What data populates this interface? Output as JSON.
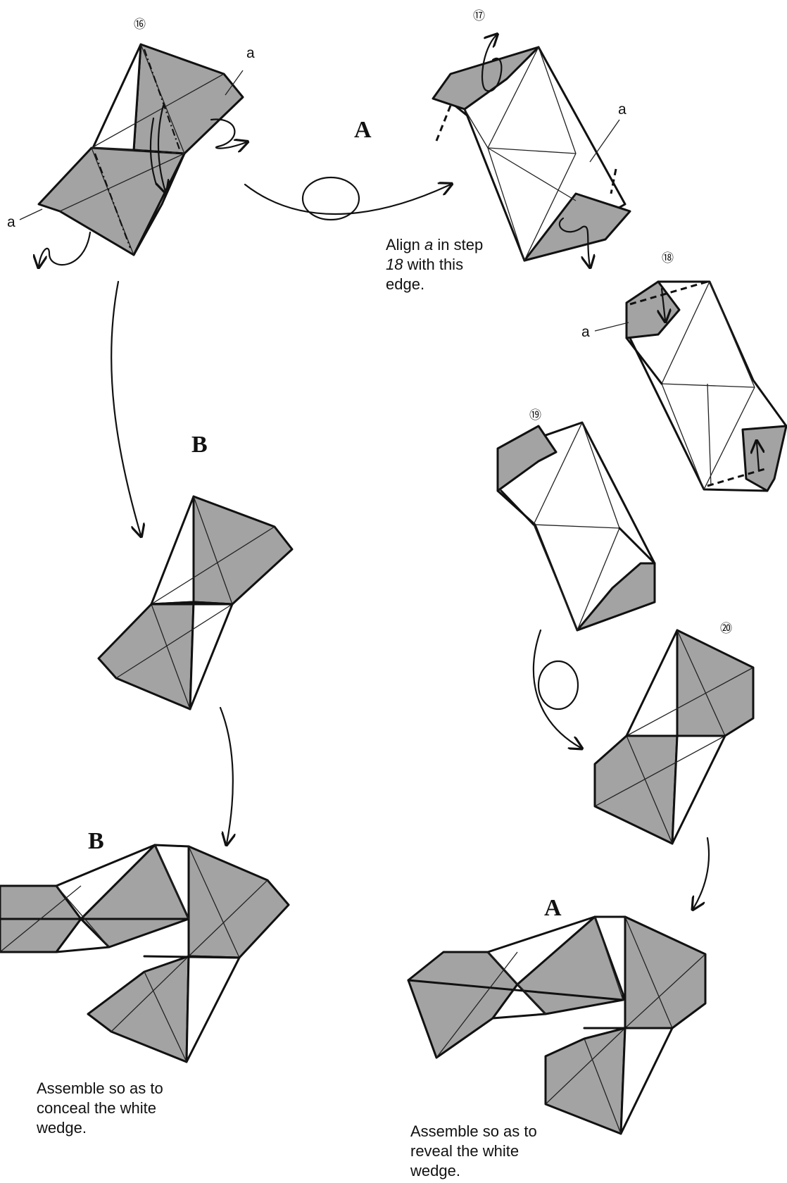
{
  "steps": {
    "s16": "⑯",
    "s17": "⑰",
    "s18": "⑱",
    "s19": "⑲",
    "s20": "⑳"
  },
  "labels": {
    "a": "a",
    "A": "A",
    "B": "B"
  },
  "notes": {
    "align": {
      "l1a": "Align ",
      "l1b": "a",
      "l1c": " in step",
      "l2a": "18",
      "l2b": " with this",
      "l3": "edge."
    },
    "concealB": {
      "l1": "Assemble so as to",
      "l2": "conceal the white",
      "l3": "wedge."
    },
    "revealA": {
      "l1": "Assemble so as to",
      "l2": "reveal the white",
      "l3": "wedge."
    }
  },
  "colors": {
    "shade": "#a3a3a3",
    "line": "#111111",
    "paper": "#ffffff"
  },
  "icons": [
    "turn-over-loop-icon",
    "fold-arrow-icon",
    "mountain-fold-line",
    "valley-fold-line"
  ]
}
